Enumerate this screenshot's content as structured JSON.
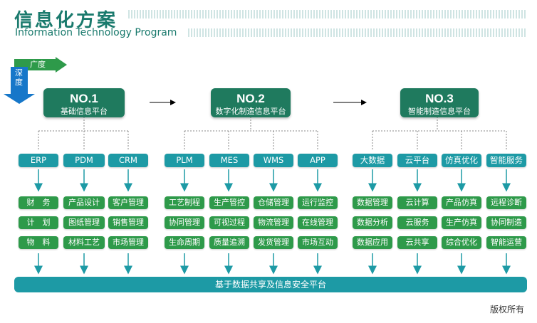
{
  "title": {
    "cn": "信息化方案",
    "en": "Information Technology Program"
  },
  "axes": {
    "breadth": "广度",
    "depth": "深度"
  },
  "colors": {
    "teal": "#1d9aa5",
    "dark_green": "#1f7a5e",
    "green": "#2e9a4a",
    "title": "#1a7a6d"
  },
  "platforms": [
    {
      "no": "NO.1",
      "name": "基础信息平台",
      "categories": [
        {
          "label": "ERP",
          "items": [
            "财　务",
            "计　划",
            "物　料"
          ]
        },
        {
          "label": "PDM",
          "items": [
            "产品设计",
            "图纸管理",
            "材料工艺"
          ]
        },
        {
          "label": "CRM",
          "items": [
            "客户管理",
            "销售管理",
            "市场管理"
          ]
        }
      ]
    },
    {
      "no": "NO.2",
      "name": "数字化制造信息平台",
      "categories": [
        {
          "label": "PLM",
          "items": [
            "工艺制程",
            "协同管理",
            "生命周期"
          ]
        },
        {
          "label": "MES",
          "items": [
            "生产管控",
            "可视过程",
            "质量追溯"
          ]
        },
        {
          "label": "WMS",
          "items": [
            "仓储管理",
            "物流管理",
            "发货管理"
          ]
        },
        {
          "label": "APP",
          "items": [
            "运行监控",
            "在线管理",
            "市场互动"
          ]
        }
      ]
    },
    {
      "no": "NO.3",
      "name": "智能制造信息平台",
      "categories": [
        {
          "label": "大数据",
          "items": [
            "数据管理",
            "数据分析",
            "数据应用"
          ]
        },
        {
          "label": "云平台",
          "items": [
            "云计算",
            "云服务",
            "云共享"
          ]
        },
        {
          "label": "仿真优化",
          "items": [
            "产品仿真",
            "生产仿真",
            "综合优化"
          ]
        },
        {
          "label": "智能服务",
          "items": [
            "远程诊断",
            "协同制造",
            "智能运营"
          ]
        }
      ]
    }
  ],
  "base_platform": "基于数据共享及信息安全平台",
  "copyright": "版权所有"
}
